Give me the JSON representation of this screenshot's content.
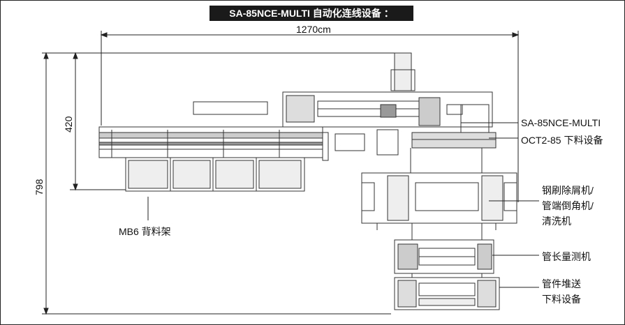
{
  "title": "SA-85NCE-MULTI 自动化连线设备 ：",
  "dimensions": {
    "width": "1270cm",
    "height_upper": "420",
    "height_total": "798"
  },
  "labels": {
    "saw": "SA-85NCE-MULTI",
    "unloader": "OCT2-85 下料设备",
    "brush_line1": "钢刷除屑机/",
    "brush_line2": "管端倒角机/",
    "brush_line3": "清洗机",
    "measure": "管长量测机",
    "stack_line1": "管件堆送",
    "stack_line2": "下料设备",
    "rack": "MB6 背料架"
  }
}
